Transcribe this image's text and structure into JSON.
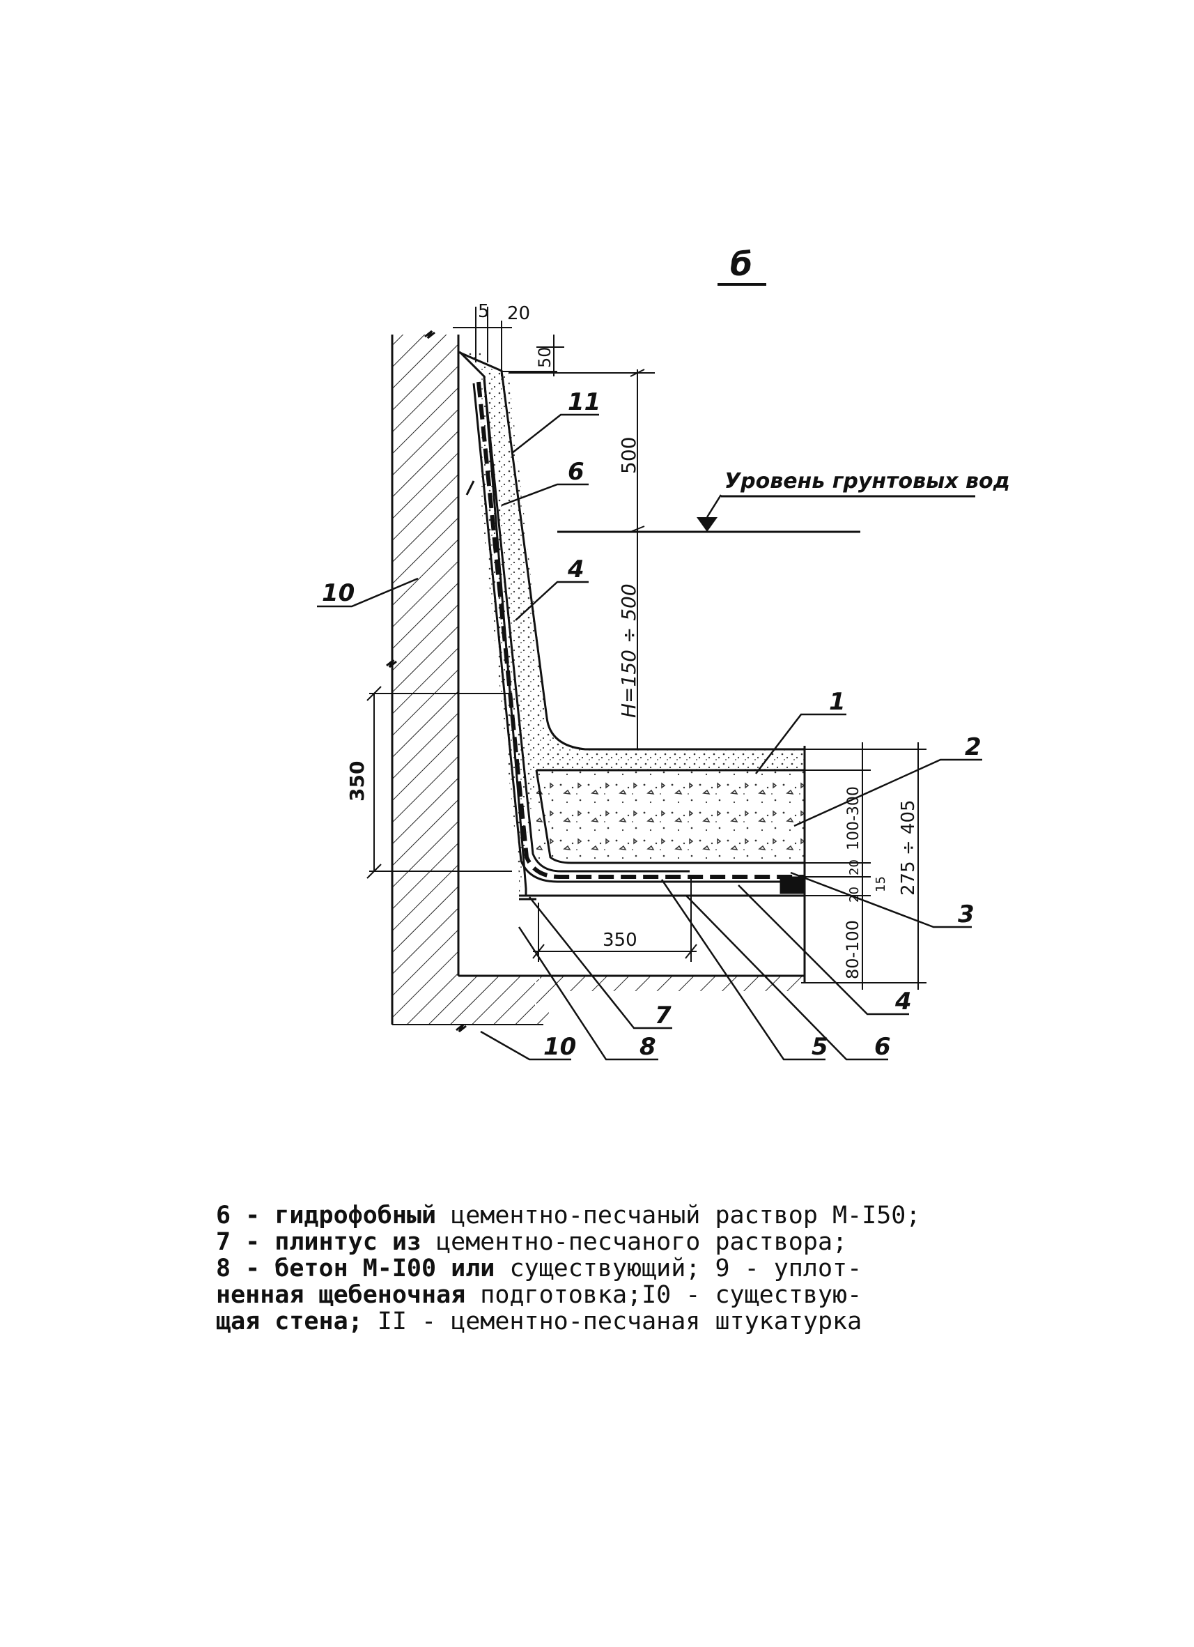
{
  "figure": {
    "title": "б",
    "groundwater_label": "Уровень грунтовых вод"
  },
  "dimensions": {
    "d5": "5",
    "d20": "20",
    "d50": "50",
    "d500": "500",
    "dH": "H=150 ÷ 500",
    "d350_vertical": "350",
    "d350_horizontal": "350",
    "d100_300": "100-300",
    "d275_405": "275 ÷ 405",
    "d20a": "20",
    "d15": "15",
    "d20b": "20",
    "d80_100": "80-100"
  },
  "callouts": {
    "c1": "1",
    "c2": "2",
    "c3": "3",
    "c4_upper": "4",
    "c4_lower": "4",
    "c5": "5",
    "c6_upper": "6",
    "c6_lower": "6",
    "c7": "7",
    "c8": "8",
    "c10_left": "10",
    "c10_bottom": "10",
    "c11": "11"
  },
  "legend": {
    "lines": [
      {
        "bold": "6 - гидрофобный",
        "rest": " цементно-песчаный раствор М-I50;"
      },
      {
        "bold": "7 - плинтус из",
        "rest": " цементно-песчаного раствора;"
      },
      {
        "bold": "8 - бетон М-I00 или",
        "rest": " существующий; 9 - уплот-"
      },
      {
        "bold": "ненная щебеночная",
        "rest": " подготовка;I0 - существую-"
      },
      {
        "bold": "щая стена;",
        "rest": " II - цементно-песчаная штукатурка"
      }
    ]
  }
}
